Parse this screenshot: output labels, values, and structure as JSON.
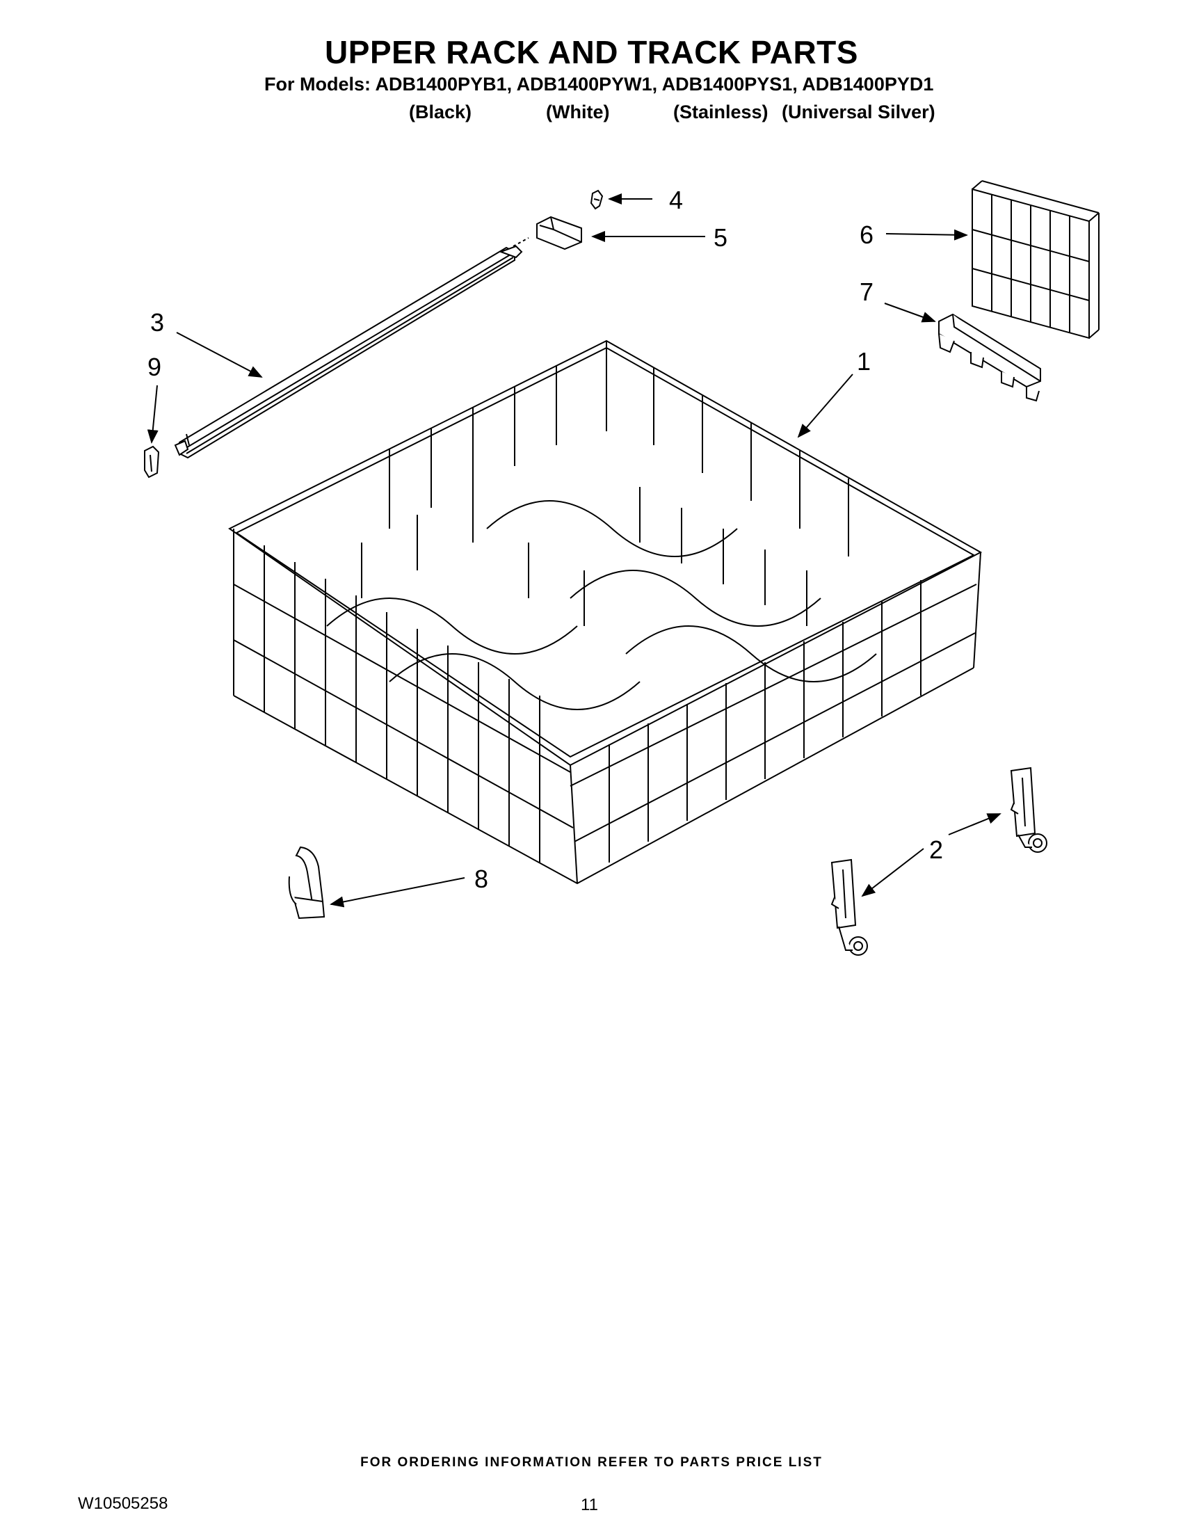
{
  "header": {
    "title": "UPPER RACK AND TRACK PARTS",
    "models_line": "For Models: ADB1400PYB1, ADB1400PYW1, ADB1400PYS1, ADB1400PYD1",
    "colors": [
      "(Black)",
      "(White)",
      "(Stainless)",
      "(Universal Silver)"
    ]
  },
  "callouts": [
    "1",
    "2",
    "3",
    "4",
    "5",
    "6",
    "7",
    "8",
    "9"
  ],
  "footer": {
    "ordering_note": "FOR ORDERING INFORMATION REFER TO PARTS PRICE LIST",
    "part_number": "W10505258",
    "page_number": "11"
  }
}
